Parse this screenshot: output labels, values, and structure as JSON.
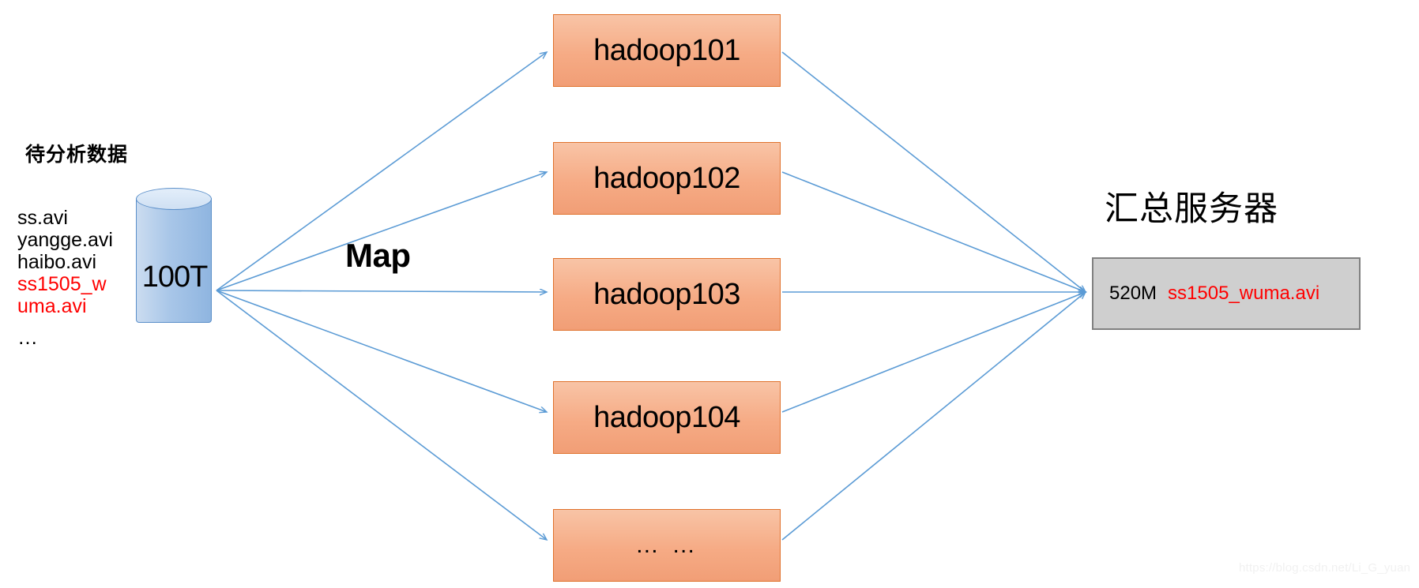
{
  "diagram": {
    "title_left": "待分析数据",
    "source": {
      "files": [
        {
          "text": "ss.avi",
          "color": "#000000"
        },
        {
          "text": "yangge.avi",
          "color": "#000000"
        },
        {
          "text": "haibo.avi",
          "color": "#000000"
        },
        {
          "text": "ss1505_w",
          "color": "#ff0000"
        },
        {
          "text": "uma.avi",
          "color": "#ff0000"
        }
      ],
      "ellipsis": "…",
      "storage_label": "100T"
    },
    "map_label": "Map",
    "nodes": [
      {
        "label": "hadoop101"
      },
      {
        "label": "hadoop102"
      },
      {
        "label": "hadoop103"
      },
      {
        "label": "hadoop104"
      },
      {
        "label": "… …"
      }
    ],
    "aggregate": {
      "title": "汇总服务器",
      "size": "520M",
      "file": "ss1505_wuma.avi"
    },
    "watermark": "https://blog.csdn.net/Li_G_yuan",
    "colors": {
      "node_fill": "#f6ab85",
      "node_border": "#e0712b",
      "cylinder_fill": "#a8c6e8",
      "cylinder_border": "#5b8fc9",
      "arrow": "#5b9bd5",
      "aggregate_fill": "#cfcfcf",
      "aggregate_border": "#808080",
      "highlight_text": "#ff0000"
    }
  }
}
